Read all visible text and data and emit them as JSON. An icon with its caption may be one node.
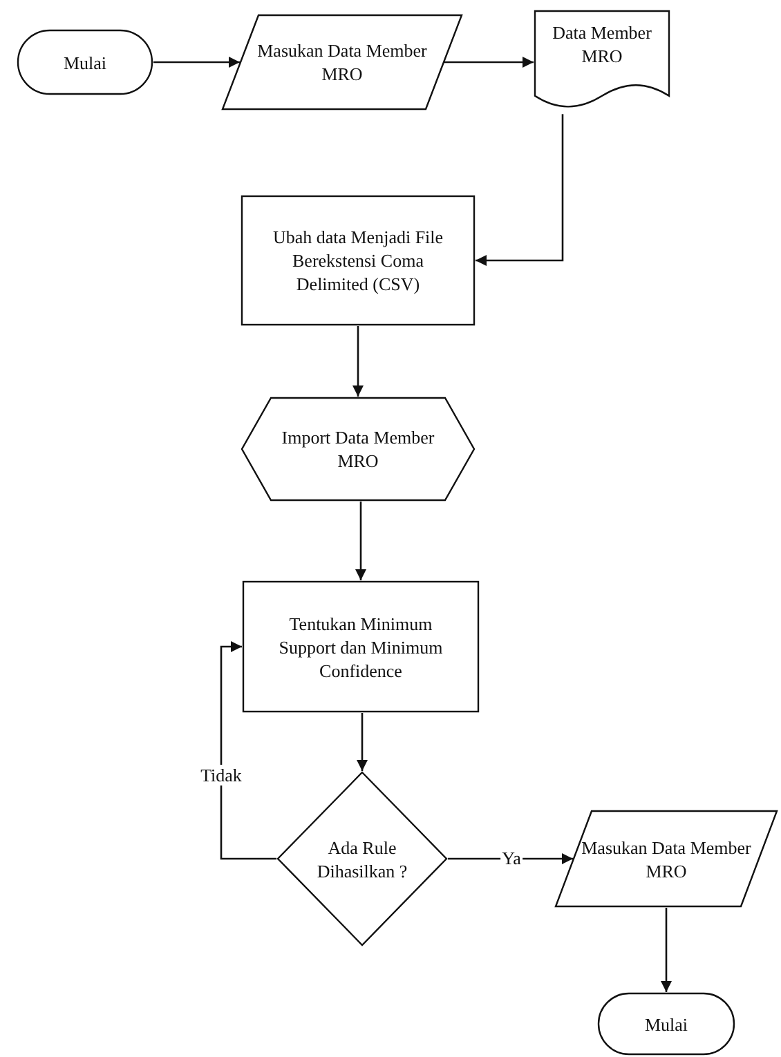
{
  "diagram": {
    "nodes": [
      {
        "text": [
          "Mulai"
        ]
      },
      {
        "text": [
          "Masukan Data Member MRO"
        ]
      },
      {
        "text": [
          "Data Member MRO"
        ]
      },
      {
        "text": [
          "Ubah data Menjadi File Berekstensi Coma Delimited (CSV)"
        ]
      },
      {
        "text": [
          "Import Data Member MRO"
        ]
      },
      {
        "text": [
          "Tentukan Minimum Support dan Minimum Confidence"
        ]
      },
      {
        "text": [
          "Ada Rule Dihasilkan ?"
        ]
      },
      {
        "text": [
          "Masukan Data Member MRO"
        ]
      },
      {
        "text": [
          "Mulai"
        ]
      }
    ],
    "edges": [
      {
        "from": 0,
        "to": 1,
        "arrow": "to"
      },
      {
        "from": 1,
        "to": 2,
        "arrow": "to"
      },
      {
        "from": 2,
        "to": 3,
        "arrow": "to"
      },
      {
        "from": 3,
        "to": 4,
        "arrow": "to"
      },
      {
        "from": 4,
        "to": 5,
        "arrow": "to"
      },
      {
        "from": 5,
        "to": 6,
        "arrow": "to"
      },
      {
        "from": 6,
        "to": 5,
        "arrow": "to",
        "label": "Tidak"
      },
      {
        "from": 6,
        "to": 7,
        "arrow": "to",
        "label": "Ya"
      },
      {
        "from": 7,
        "to": 8,
        "arrow": "to"
      }
    ]
  }
}
